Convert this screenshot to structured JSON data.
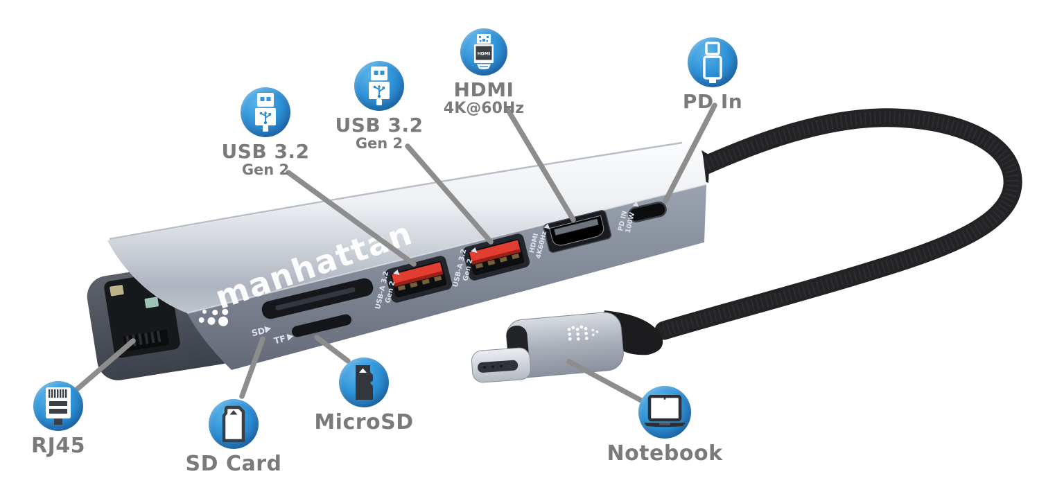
{
  "image_type": "product-callout-diagram",
  "brand": {
    "logo_text": "manhattan"
  },
  "callouts": {
    "usb1": {
      "label": "USB 3.2",
      "sublabel": "Gen 2"
    },
    "usb2": {
      "label": "USB 3.2",
      "sublabel": "Gen 2"
    },
    "hdmi": {
      "label": "HDMI",
      "sublabel": "4K@60Hz",
      "icon_text": "HDMI"
    },
    "pd_in": {
      "label": "PD In"
    },
    "rj45": {
      "label": "RJ45"
    },
    "sd_card": {
      "label": "SD Card"
    },
    "microsd": {
      "label": "MicroSD"
    },
    "notebook": {
      "label": "Notebook"
    }
  },
  "device_labels": {
    "usb_port_line1": "USB-A 3.2",
    "usb_port_line2": "Gen 2",
    "hdmi_port_line1": "HDMI",
    "hdmi_port_line2": "4K60Hz",
    "pd_port_line1": "PD IN",
    "pd_port_line2": "100W",
    "sd_slot": "SD",
    "tf_slot": "TF"
  },
  "colors": {
    "accent_blue": "#2f93d8",
    "label_gray": "#7a7a7a",
    "leader_line_gray": "#8d8d8d",
    "port_red": "#e23d31",
    "hub_top_silver": "#dfe2e6",
    "hub_front_slate": "#848b99",
    "cable_black": "#232325"
  }
}
